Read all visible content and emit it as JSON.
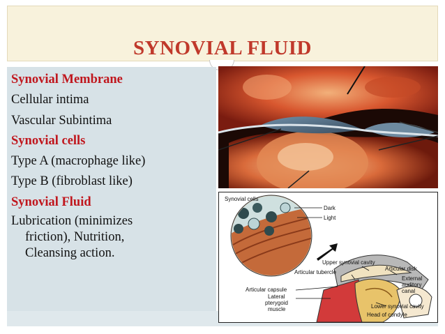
{
  "title": "SYNOVIAL FLUID",
  "sections": [
    {
      "heading": "Synovial Membrane",
      "items": [
        "Cellular intima",
        "Vascular Subintima"
      ]
    },
    {
      "heading": "Synovial cells",
      "items": [
        "Type A (macrophage like)",
        "Type B (fibroblast like)"
      ]
    },
    {
      "heading": "Synovial Fluid",
      "items": [
        "Lubrication (minimizes",
        "friction), Nutrition,",
        "Cleansing action."
      ]
    }
  ],
  "diagram": {
    "labels": {
      "synovial_cells": "Synovial cells",
      "dark": "Dark",
      "light": "Light",
      "upper_cavity": "Upper synovial cavity",
      "articular_tubercle": "Articular tubercle",
      "articular_disk": "Articular disk",
      "external_auditory_1": "External",
      "external_auditory_2": "auditory",
      "external_auditory_3": "canal",
      "articular_capsule": "Articular capsule",
      "lateral_1": "Lateral",
      "lateral_2": "pterygoid",
      "lateral_3": "muscle",
      "lower_cavity": "Lower synovial cavity",
      "head_condyle": "Head of condyle"
    }
  },
  "colors": {
    "accent": "#c0161d",
    "title_bg": "#f8f2dc",
    "panel_bg": "#d7e2e7"
  }
}
